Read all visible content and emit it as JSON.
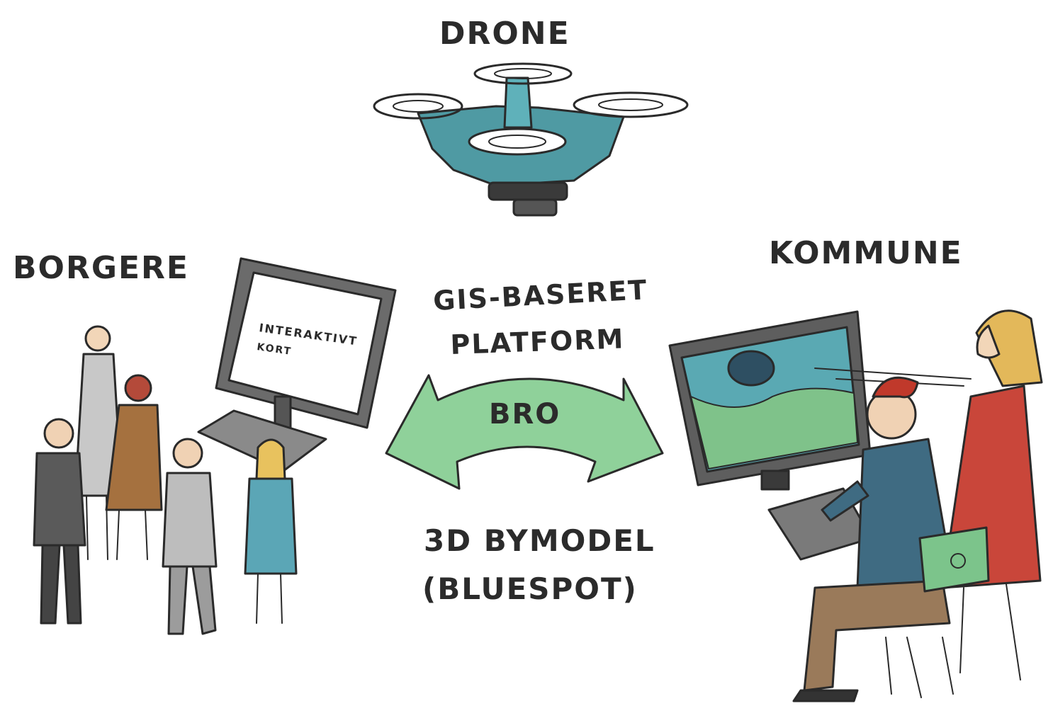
{
  "labels": {
    "drone": "DRONE",
    "borgere": "BORGERE",
    "kommune": "KOMMUNE",
    "platform_line1": "GIS-BASERET",
    "platform_line2": "PLATFORM",
    "bridge": "BRO",
    "model_line1": "3D BYMODEL",
    "model_line2": "(BLUESPOT)",
    "screen_line1": "INTERAKTIVT",
    "screen_line2": "KORT"
  },
  "colors": {
    "drone_body": "#4f9aa3",
    "arrow_fill": "#8fd19a",
    "screen_map_water": "#5aa9b3",
    "screen_map_land": "#7fc28a",
    "woman_dress": "#c9463a",
    "man_jacket": "#3f6b82",
    "chair": "#7cc48b",
    "citizen_blue": "#5ba6b6",
    "citizen_brown": "#a5713f",
    "citizen_grey": "#bdbdbd",
    "citizen_dark": "#5a5a5a"
  }
}
